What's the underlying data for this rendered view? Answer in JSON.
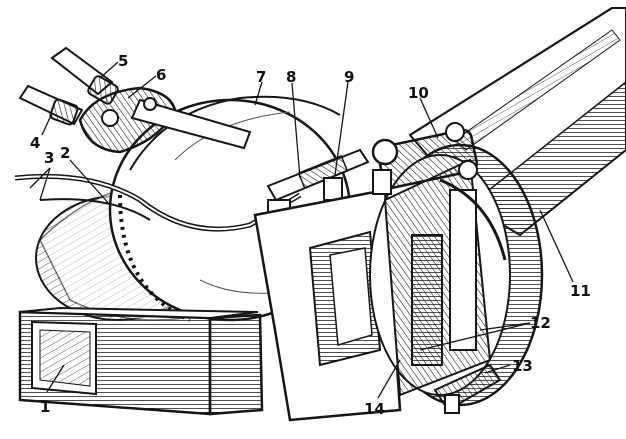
{
  "figure": {
    "background": "#ffffff",
    "ink_color": "#161616",
    "labels": [
      {
        "id": "1",
        "text": "1"
      },
      {
        "id": "2",
        "text": "2"
      },
      {
        "id": "3",
        "text": "3"
      },
      {
        "id": "4",
        "text": "4"
      },
      {
        "id": "5",
        "text": "5"
      },
      {
        "id": "6",
        "text": "6"
      },
      {
        "id": "7",
        "text": "7"
      },
      {
        "id": "8",
        "text": "8"
      },
      {
        "id": "9",
        "text": "9"
      },
      {
        "id": "10",
        "text": "10"
      },
      {
        "id": "11",
        "text": "11"
      },
      {
        "id": "12",
        "text": "12"
      },
      {
        "id": "13",
        "text": "13"
      },
      {
        "id": "14",
        "text": "14"
      }
    ]
  }
}
